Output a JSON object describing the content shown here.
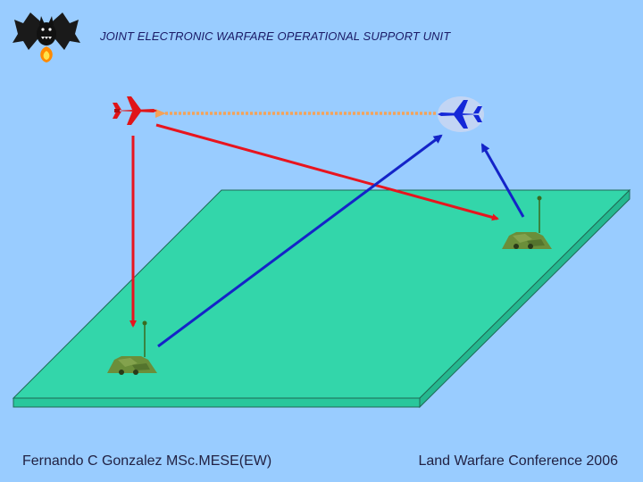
{
  "header": {
    "title": "JOINT ELECTRONIC WARFARE OPERATIONAL SUPPORT UNIT",
    "logo_icon": "bat-emblem-icon"
  },
  "diagram": {
    "colors": {
      "ground": "#33d6aa",
      "ground_edge": "#20b890",
      "outline": "#1f6a55",
      "red_link": "#e8141e",
      "blue_link": "#1424c8",
      "orange_link": "#f4a259",
      "red_aircraft": "#e01418",
      "blue_aircraft": "#1428d8",
      "vehicle": "#6b8e3a"
    },
    "nodes": [
      {
        "id": "red-aircraft",
        "icon": "fighter-jet-icon"
      },
      {
        "id": "blue-aircraft",
        "icon": "fighter-jet-icon"
      },
      {
        "id": "ground-unit-left",
        "icon": "vehicle-antenna-icon"
      },
      {
        "id": "ground-unit-right",
        "icon": "vehicle-antenna-icon"
      }
    ]
  },
  "footer": {
    "left": "Fernando C Gonzalez MSc.MESE(EW)",
    "right": "Land Warfare Conference 2006"
  }
}
